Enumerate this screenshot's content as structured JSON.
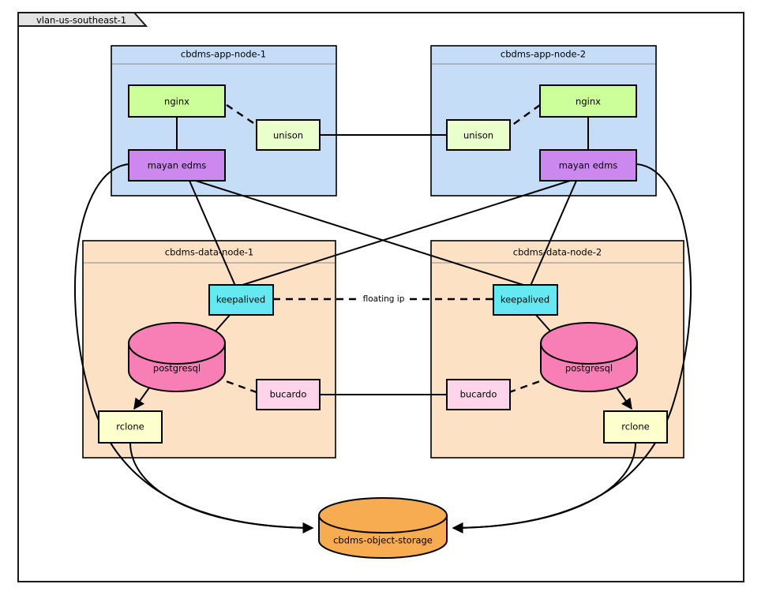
{
  "frame": {
    "tab_label": "vlan-us-southeast-1"
  },
  "groups": [
    {
      "id": "app-node-1",
      "title": "cbdms-app-node-1",
      "fill": "#c6ddf7"
    },
    {
      "id": "app-node-2",
      "title": "cbdms-app-node-2",
      "fill": "#c6ddf7"
    },
    {
      "id": "data-node-1",
      "title": "cbdms-data-node-1",
      "fill": "#fde1c5"
    },
    {
      "id": "data-node-2",
      "title": "cbdms-data-node-2",
      "fill": "#fde1c5"
    }
  ],
  "nodes": {
    "nginx_1": {
      "label": "nginx",
      "fill": "#ccff99"
    },
    "nginx_2": {
      "label": "nginx",
      "fill": "#ccff99"
    },
    "unison_1": {
      "label": "unison",
      "fill": "#e9ffcc"
    },
    "unison_2": {
      "label": "unison",
      "fill": "#e9ffcc"
    },
    "mayan_1": {
      "label": "mayan edms",
      "fill": "#cc88ee"
    },
    "mayan_2": {
      "label": "mayan edms",
      "fill": "#cc88ee"
    },
    "keepalived_1": {
      "label": "keepalived",
      "fill": "#66e8f2"
    },
    "keepalived_2": {
      "label": "keepalived",
      "fill": "#66e8f2"
    },
    "postgresql_1": {
      "label": "postgresql",
      "fill": "#f77fb5"
    },
    "postgresql_2": {
      "label": "postgresql",
      "fill": "#f77fb5"
    },
    "bucardo_1": {
      "label": "bucardo",
      "fill": "#fdd4ea"
    },
    "bucardo_2": {
      "label": "bucardo",
      "fill": "#fdd4ea"
    },
    "rclone_1": {
      "label": "rclone",
      "fill": "#fdffcc"
    },
    "rclone_2": {
      "label": "rclone",
      "fill": "#fdffcc"
    },
    "object_storage": {
      "label": "cbdms-object-storage",
      "fill": "#f8ac52"
    }
  },
  "edges": {
    "floating_ip_label": "floating ip"
  },
  "colors": {
    "stroke": "#000000",
    "frame_tab_fill": "#e3e3e3",
    "canvas": "#ffffff"
  }
}
